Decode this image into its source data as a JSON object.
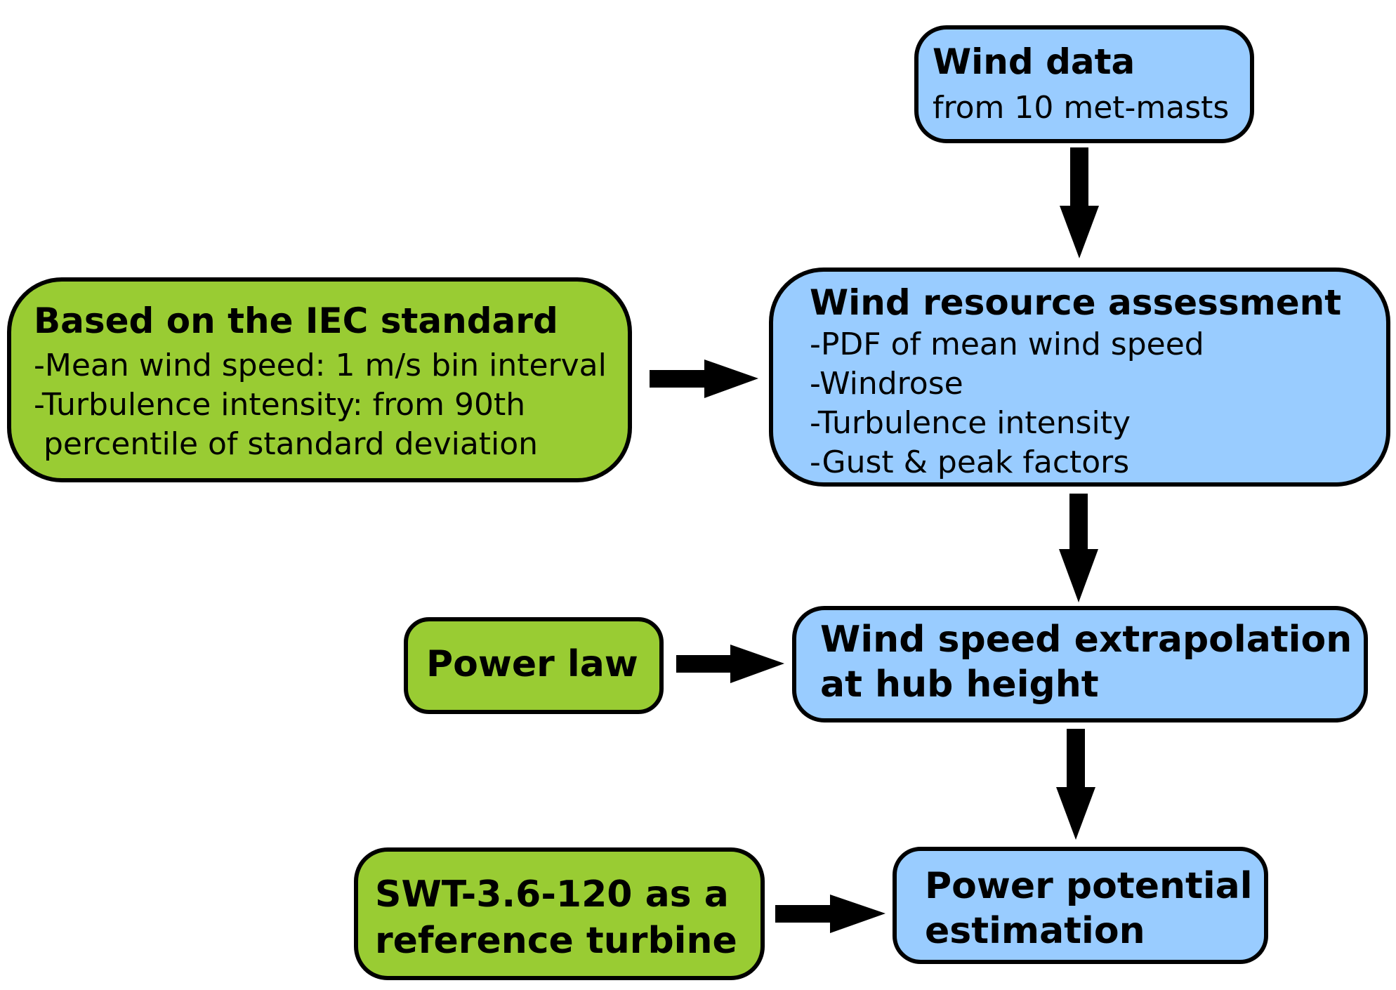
{
  "nodes": {
    "wind_data": {
      "title": "Wind data",
      "subtitle": "from 10 met-masts",
      "color": "#99ccff"
    },
    "wind_resource_assessment": {
      "title": "Wind resource assessment",
      "items": [
        "-PDF of mean wind speed",
        "-Windrose",
        "-Turbulence intensity",
        "-Gust & peak factors"
      ],
      "color": "#99ccff"
    },
    "iec_standard": {
      "title": "Based on the IEC standard",
      "items": [
        "-Mean wind speed: 1 m/s bin interval",
        "-Turbulence intensity: from 90th",
        " percentile of standard deviation"
      ],
      "color": "#99cc33"
    },
    "power_law": {
      "title": "Power law",
      "color": "#99cc33"
    },
    "extrapolation": {
      "title": "Wind speed extrapolation\nat hub height",
      "color": "#99ccff"
    },
    "reference_turbine": {
      "title": "SWT-3.6-120 as a\nreference turbine",
      "color": "#99cc33"
    },
    "power_potential": {
      "title": "Power potential\nestimation",
      "color": "#99ccff"
    }
  },
  "edges": [
    {
      "from": "wind_data",
      "to": "wind_resource_assessment"
    },
    {
      "from": "iec_standard",
      "to": "wind_resource_assessment"
    },
    {
      "from": "wind_resource_assessment",
      "to": "extrapolation"
    },
    {
      "from": "power_law",
      "to": "extrapolation"
    },
    {
      "from": "extrapolation",
      "to": "power_potential"
    },
    {
      "from": "reference_turbine",
      "to": "power_potential"
    }
  ]
}
